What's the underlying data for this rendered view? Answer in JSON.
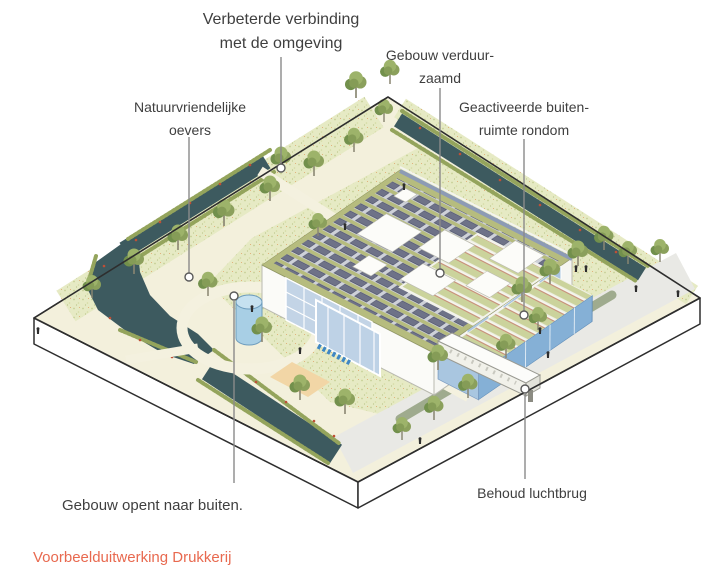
{
  "page": {
    "background": "#ffffff"
  },
  "annotations": [
    {
      "id": "improved-connection",
      "text": "Verbeterde verbinding\nmet de omgeving"
    },
    {
      "id": "building-sustainable",
      "text": "Gebouw verduur-\nzaamd"
    },
    {
      "id": "nature-friendly-banks",
      "text": "Natuurvriendelijke\noevers"
    },
    {
      "id": "activated-outdoor-space",
      "text": "Geactiveerde buiten-\nruimte rondom"
    },
    {
      "id": "building-opens",
      "text": "Gebouw opent naar buiten."
    },
    {
      "id": "preserved-skybridge",
      "text": "Behoud luchtbrug"
    }
  ],
  "caption": {
    "text": "Voorbeelduitwerking Drukkerij",
    "color": "#e8694f"
  },
  "colors": {
    "label_text": "#3f3f3f",
    "leader_line": "#8a8a8a",
    "water": "#3d5a5f",
    "grass_speckle": "#e6eac4",
    "ground_cream": "#f3f0dc",
    "roof_green": "#b6bc7e",
    "solar_panel": "#6e7288",
    "glass_blue": "#a9c6e0",
    "greenhouse_wall": "#85b0d6",
    "plaza_orange": "#f2d6a6",
    "road_gray": "#e9e9e5",
    "tree_green": "#8ba05c",
    "reed_red": "#bf4f36"
  }
}
